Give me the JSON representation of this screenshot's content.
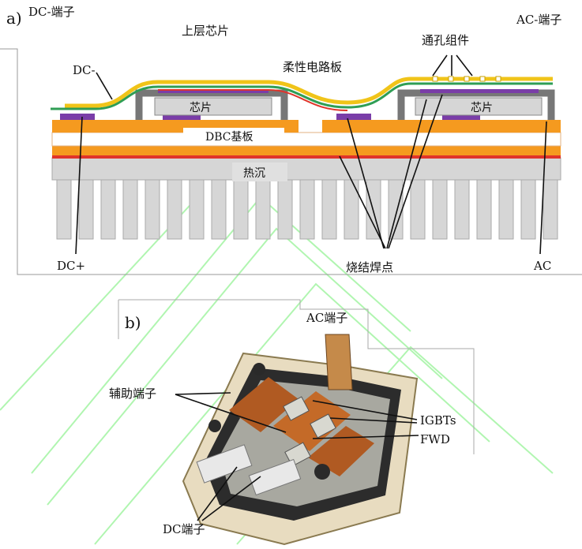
{
  "panel_a": {
    "tag": "a)",
    "dc_terminal": "DC-端子",
    "ac_terminal": "AC-端子",
    "upper_chip": "上层芯片",
    "via_assembly": "通孔组件",
    "flex_pcb": "柔性电路板",
    "dc_minus": "DC-",
    "chip_left": "芯片",
    "chip_right": "芯片",
    "dbc_substrate": "DBC基板",
    "heatsink": "热沉",
    "dc_plus": "DC+",
    "sinter_joints": "烧结焊点",
    "ac": "AC"
  },
  "panel_b": {
    "tag": "b)",
    "ac_terminal": "AC端子",
    "aux_terminal": "辅助端子",
    "igbts": "IGBTs",
    "fwd": "FWD",
    "dc_terminal": "DC端子"
  },
  "colors": {
    "copper": "#f59a1f",
    "ceramic": "#ffffff",
    "heatsink": "#d6d6d6",
    "red_layer": "#e0342a",
    "purple_solder": "#7a3da8",
    "flex_yellow": "#f0c419",
    "flex_green": "#2f9e55",
    "watermark": "#7df07d"
  }
}
